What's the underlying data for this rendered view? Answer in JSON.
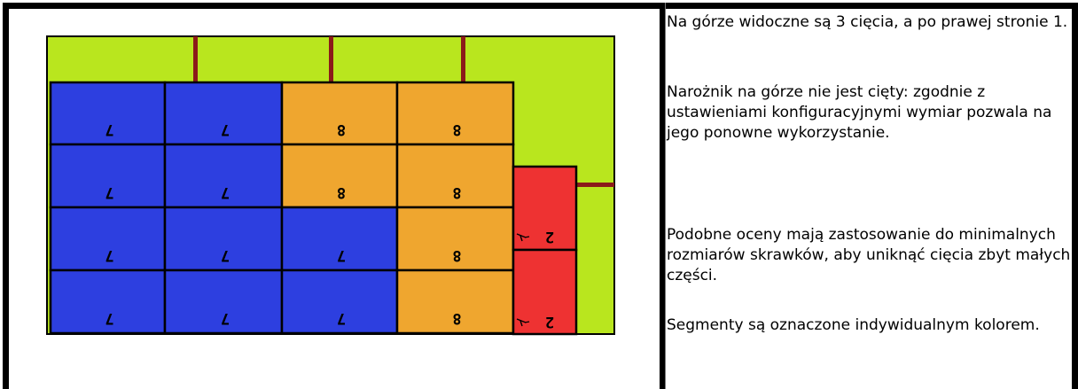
{
  "diagram": {
    "colors": {
      "sheet": "#b9e61e",
      "cut_line": "#8b1a1a",
      "blue": "#2d3fe0",
      "orange": "#efa62f",
      "red": "#ee3232",
      "outline": "#000000"
    },
    "pieces": [
      {
        "label": "7",
        "color": "blue"
      },
      {
        "label": "7",
        "color": "blue"
      },
      {
        "label": "8",
        "color": "orange"
      },
      {
        "label": "8",
        "color": "orange"
      },
      {
        "label": "7",
        "color": "blue"
      },
      {
        "label": "7",
        "color": "blue"
      },
      {
        "label": "8",
        "color": "orange"
      },
      {
        "label": "8",
        "color": "orange"
      },
      {
        "label": "7",
        "color": "blue"
      },
      {
        "label": "7",
        "color": "blue"
      },
      {
        "label": "7",
        "color": "blue"
      },
      {
        "label": "8",
        "color": "orange"
      },
      {
        "label": "7",
        "color": "blue"
      },
      {
        "label": "7",
        "color": "blue"
      },
      {
        "label": "7",
        "color": "blue"
      },
      {
        "label": "8",
        "color": "orange"
      }
    ],
    "side_pieces": [
      {
        "label": "2",
        "color": "red"
      },
      {
        "label": "2",
        "color": "red"
      }
    ]
  },
  "text": {
    "p1": "Na górze widoczne są 3 cięcia, a po prawej stronie 1.",
    "p2": "Narożnik na górze nie jest cięty: zgodnie z ustawieniami konfiguracyjnymi wymiar pozwala na jego ponowne wykorzystanie.",
    "p3": "Podobne oceny mają zastosowanie do minimalnych rozmiarów skrawków, aby uniknąć cięcia zbyt małych części.",
    "p4": "Segmenty są oznaczone indywidualnym kolorem."
  }
}
